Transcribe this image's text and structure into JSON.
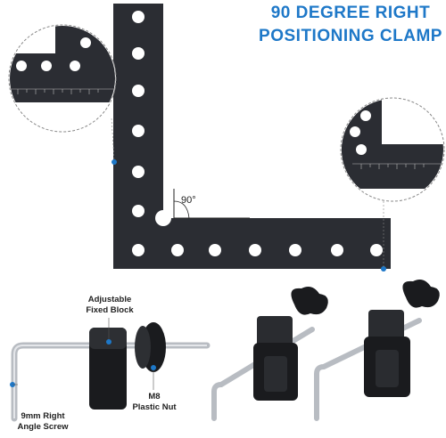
{
  "title": {
    "line1": "90 DEGREE RIGHT",
    "line2": "POSITIONING CLAMP"
  },
  "angle_label": "90°",
  "labels": {
    "adjustable_block_line1": "Adjustable",
    "adjustable_block_line2": "Fixed Block",
    "plastic_nut_line1": "M8",
    "plastic_nut_line2": "Plastic Nut",
    "screw_line1": "9mm Right",
    "screw_line2": "Angle Screw"
  },
  "colors": {
    "accent": "#1e78c8",
    "square": "#2b2d33",
    "hole": "#ffffff"
  }
}
